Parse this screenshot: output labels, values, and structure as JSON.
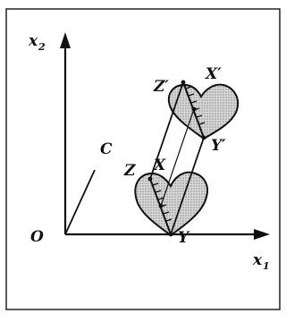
{
  "labels": {
    "x2_main": "x",
    "x2_sub": "2",
    "x1_main": "x",
    "x1_sub": "1",
    "origin": "O",
    "c": "C",
    "x": "X",
    "y": "Y",
    "z": "Z",
    "x_prime": "X′",
    "y_prime": "Y′",
    "z_prime": "Z′"
  },
  "colors": {
    "ink": "#111111",
    "frame": "#222222",
    "heart_fill": "#c9c9c9",
    "background": "#ffffff"
  }
}
